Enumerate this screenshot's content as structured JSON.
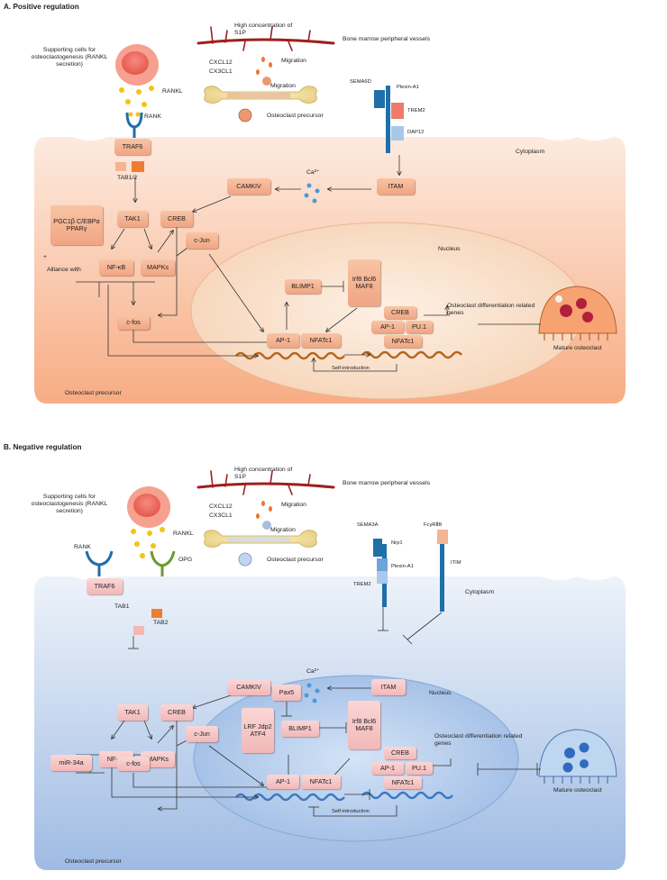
{
  "panel_a": {
    "title": "A. Positive regulation",
    "s1p": "High concentration of S1P",
    "vessels": "Bone marrow peripheral vessels",
    "cxcl12": "CXCL12",
    "cx3cl1": "CX3CL1",
    "migration1": "Migration",
    "migration2": "Migration",
    "precursor_label": "Osteoclast precursor",
    "supporting_cells": "Supporting cells for osteoclastogenesis (RANKL secretion)",
    "rankl": "RANKL",
    "rank": "RANK",
    "sema": "SEMA6D",
    "plexin": "Plexin-A1",
    "trem2": "TREM2",
    "dap12": "DAP12",
    "cytoplasm": "Cytoplasm",
    "traf6": "TRAF6",
    "tab": "TAB1/2",
    "camkiv": "CAMKIV",
    "ca": "Ca²⁺",
    "itam": "ITAM",
    "pgc": "PGC1β C/EBPα PPARγ",
    "tak1": "TAK1",
    "creb": "CREB",
    "cjun": "c-Jun",
    "alliance": "Alliance with",
    "plus": "+",
    "nfkb": "NF-κB",
    "mapks": "MAPKs",
    "nucleus": "Nucleus",
    "blimp1": "BLIMP1",
    "irf8": "Irf8 Bcl6 MAF8",
    "cfos": "c-fos",
    "creb2": "CREB",
    "ap1": "AP-1",
    "nfatc1": "NFATc1",
    "ap1b": "AP-1",
    "pu1": "PU.1",
    "nfatc1b": "NFATc1",
    "genes": "Osteoclast differentiation related genes",
    "self_intro": "Self-introduction",
    "bottom_label": "Osteoclast precursor",
    "mature": "Mature osteoclast"
  },
  "panel_b": {
    "title": "B. Negative regulation",
    "s1p": "High concentration of S1P",
    "vessels": "Bone marrow peripheral vessels",
    "cxcl12": "CXCL12",
    "cx3cl1": "CX3CL1",
    "migration1": "Migration",
    "migration2": "Migration",
    "precursor_label": "Osteoclast precursor",
    "supporting_cells": "Supporting cells for osteoclastogenesis (RANKL secretion)",
    "rankl": "RANKL",
    "rank": "RANK",
    "opg": "OPG",
    "sema": "SEMA3A",
    "fcr": "FcγRⅡB",
    "nrp1": "Nrp1",
    "plexin": "Plexin-A1",
    "trem2": "TREM2",
    "itim": "ITIM",
    "cytoplasm": "Cytoplasm",
    "traf6": "TRAF6",
    "tab1": "TAB1",
    "tab2": "TAB2",
    "camkiv": "CAMKIV",
    "ca": "Ca²⁺",
    "itam": "ITAM",
    "tak1": "TAK1",
    "creb": "CREB",
    "cjun": "c-Jun",
    "nfkb": "NF-κB",
    "mapks": "MAPKs",
    "nucleus": "Nucleus",
    "pax5": "Pax5",
    "lrf": "LRF Jdp2 ATF4",
    "blimp1": "BLIMP1",
    "irf8": "Irf8 Bcl6 MAF8",
    "mir": "miR-34a",
    "cfos": "c-fos",
    "creb2": "CREB",
    "ap1": "AP-1",
    "nfatc1": "NFATc1",
    "ap1b": "AP-1",
    "pu1": "PU.1",
    "nfatc1b": "NFATc1",
    "genes": "Osteoclast differentiation related genes",
    "self_intro": "Self-introduction",
    "bottom_label": "Osteoclast precursor",
    "mature": "Mature osteoclast"
  },
  "colors": {
    "positive_cell_top": "#fde4d4",
    "positive_cell_bottom": "#f8b48c",
    "negative_cell_top": "#e8eef8",
    "negative_cell_bottom": "#a9c2e6",
    "positive_box": "#f4ad8a",
    "negative_box": "#f6c4c4",
    "vessel": "#9e1f1f",
    "dna_positive": "#b5651d",
    "dna_negative": "#3a78c0"
  }
}
